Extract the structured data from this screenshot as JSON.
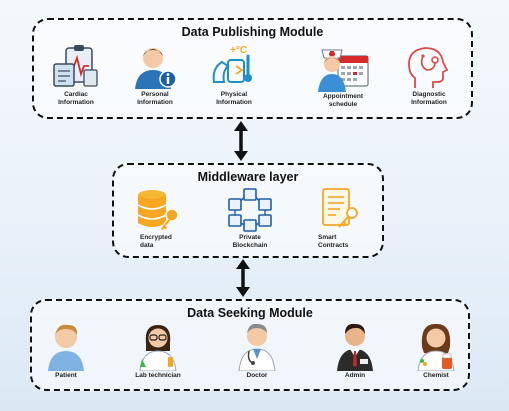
{
  "publishing": {
    "title": "Data Publishing Module",
    "items": [
      {
        "label": "Cardiac\nInformation"
      },
      {
        "label": "Personal\nInformation"
      },
      {
        "label": "Physical\nInformation",
        "badge": "+°C"
      },
      {
        "label": "Appointment\nschedule"
      },
      {
        "label": "Diagnostic\nInformation"
      }
    ]
  },
  "middleware": {
    "title": "Middleware layer",
    "items": [
      {
        "label": "Encrypted\ndata"
      },
      {
        "label": "Private\nBlockchain"
      },
      {
        "label": "Smart\nContracts"
      }
    ]
  },
  "seeking": {
    "title": "Data Seeking Module",
    "items": [
      {
        "label": "Patient"
      },
      {
        "label": "Lab technician"
      },
      {
        "label": "Doctor"
      },
      {
        "label": "Admin"
      },
      {
        "label": "Chemist"
      }
    ]
  },
  "colors": {
    "accent_blue": "#1e73be",
    "accent_orange": "#f5a623",
    "border": "#111111"
  }
}
